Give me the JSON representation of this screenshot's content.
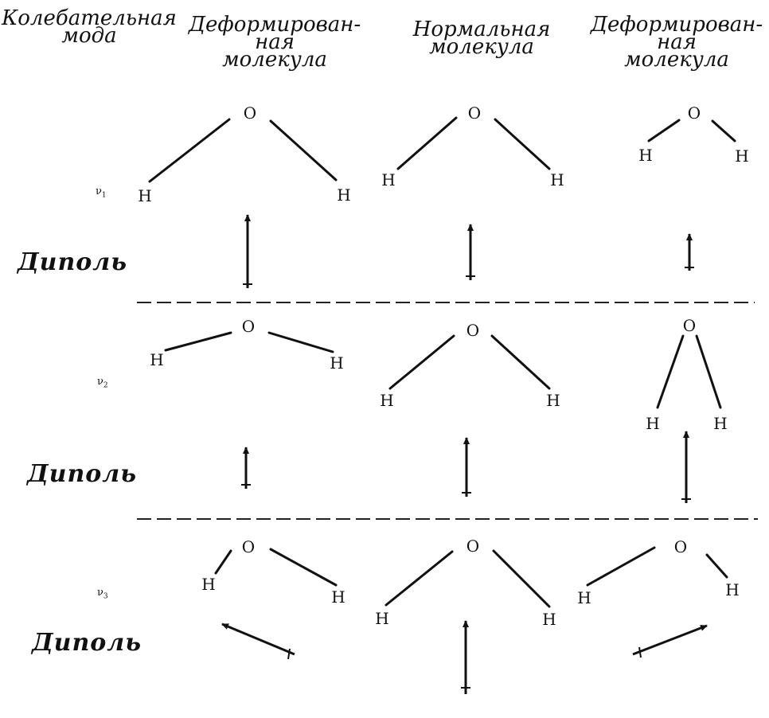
{
  "headers": {
    "mode": [
      "Колебательная",
      "мода"
    ],
    "deformed_left": [
      "Деформирован-",
      "ная",
      "молекула"
    ],
    "normal": [
      "Нормальная",
      "молекула"
    ],
    "deformed_right": [
      "Деформирован-",
      "ная",
      "молекула"
    ]
  },
  "dipole_label": "Диполь",
  "modes": [
    {
      "symbol": "ν",
      "index": "1"
    },
    {
      "symbol": "ν",
      "index": "2"
    },
    {
      "symbol": "ν",
      "index": "3"
    }
  ],
  "atoms": {
    "oxygen": "O",
    "hydrogen": "H"
  }
}
